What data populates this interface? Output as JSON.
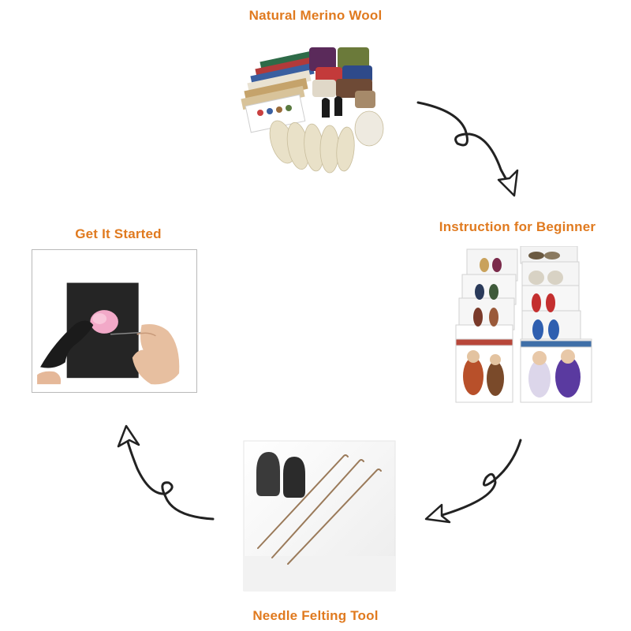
{
  "steps": {
    "top": {
      "label": "Natural Merino Wool",
      "image": "wool-kit-photo"
    },
    "right": {
      "label": "Instruction for Beginner",
      "image": "instruction-cards-photo"
    },
    "bottom": {
      "label": "Needle Felting Tool",
      "image": "felting-needles-foam-photo"
    },
    "left": {
      "label": "Get It Started",
      "image": "felting-in-progress-photo"
    }
  },
  "colors": {
    "label": "#e07a1f",
    "arrow": "#222222"
  }
}
